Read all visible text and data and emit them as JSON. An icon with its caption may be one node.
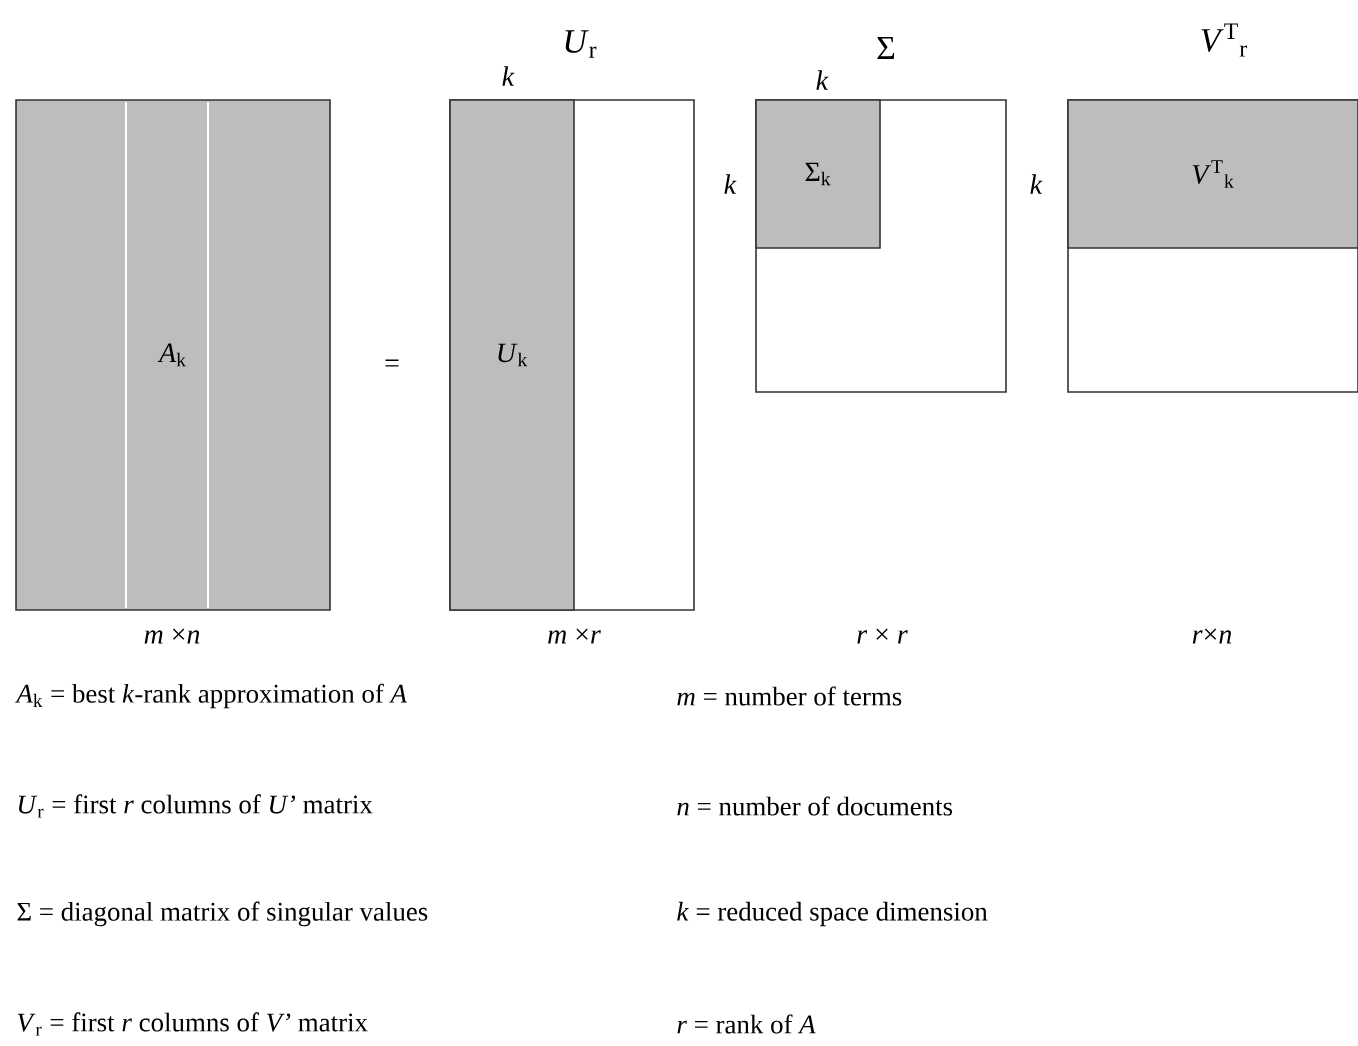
{
  "diagram": {
    "nodes": [
      {
        "text": [
          "*A*$_{k}$"
        ],
        "beside": [
          "*m* ×*n*"
        ]
      },
      {
        "text": [
          "*U*$_{r}$"
        ],
        "beside": [
          "*m* ×*r*"
        ]
      },
      {
        "text": [
          "*U*$_{k}$"
        ],
        "in": 1,
        "beside": [
          "*k*"
        ]
      },
      {
        "text": [
          "Σ"
        ]
      },
      {
        "text": [
          "Σ$_{k}$"
        ],
        "in": 3,
        "beside": [
          "*k*",
          "*k*"
        ]
      },
      {
        "text": [
          "*V*$^{T}$$_{r}$"
        ]
      },
      {
        "text": [
          "*V*$^{T}$$_{k}$"
        ],
        "in": 5,
        "beside": [
          "*k*"
        ]
      }
    ],
    "labels": [
      "=",
      "*r* × *r*",
      "*r*×*n*",
      "*A*$_{k}$ = best *k*-rank approximation of *A*",
      "*m* = number of terms",
      "*U*$_{r}$ = first *r* columns of *U’* matrix",
      "*n* =  number of documents",
      "Σ = diagonal matrix of singular values",
      "*k* = reduced space dimension",
      "*V*$_{r}$ = first *r* columns of *V’* matrix",
      "*r* = rank of *A*"
    ]
  }
}
